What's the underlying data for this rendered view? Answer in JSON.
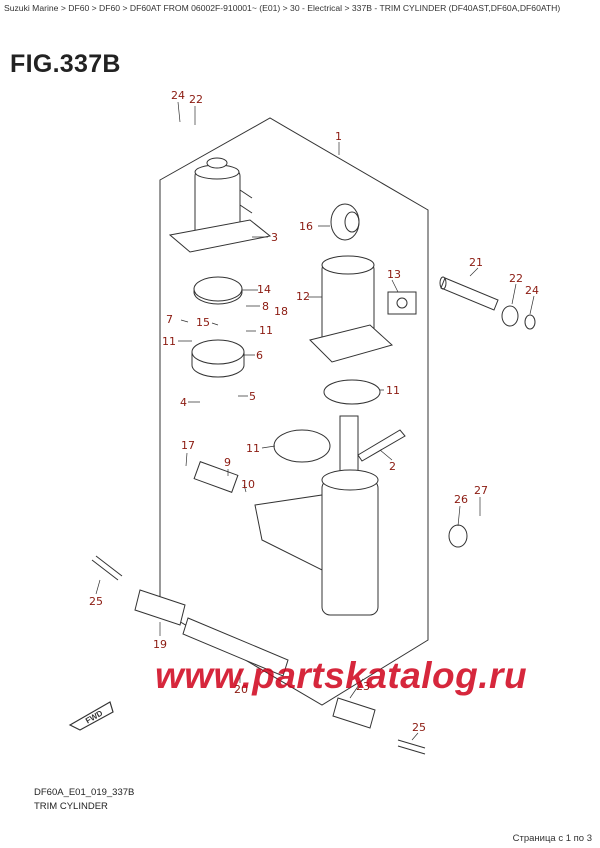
{
  "breadcrumb": "Suzuki Marine > DF60 > DF60 > DF60AT FROM 06002F-910001~ (E01) > 30 - Electrical > 337B - TRIM CYLINDER (DF40AST,DF60A,DF60ATH)",
  "figure_title": "FIG.337B",
  "diagram_code": "DF60A_E01_019_337B",
  "diagram_caption": "TRIM CYLINDER",
  "pagination": "Страница с 1 по 3",
  "watermark": "www.partskatalog.ru",
  "fwd_label": "FWD",
  "callouts": [
    {
      "id": "c24a",
      "text": "24"
    },
    {
      "id": "c22a",
      "text": "22"
    },
    {
      "id": "c1",
      "text": "1"
    },
    {
      "id": "c16",
      "text": "16"
    },
    {
      "id": "c3",
      "text": "3"
    },
    {
      "id": "c21",
      "text": "21"
    },
    {
      "id": "c13",
      "text": "13"
    },
    {
      "id": "c22b",
      "text": "22"
    },
    {
      "id": "c24b",
      "text": "24"
    },
    {
      "id": "c14",
      "text": "14"
    },
    {
      "id": "c12",
      "text": "12"
    },
    {
      "id": "c8",
      "text": "8"
    },
    {
      "id": "c18",
      "text": "18"
    },
    {
      "id": "c7",
      "text": "7"
    },
    {
      "id": "c15",
      "text": "15"
    },
    {
      "id": "c11a",
      "text": "11"
    },
    {
      "id": "c11b",
      "text": "11"
    },
    {
      "id": "c6",
      "text": "6"
    },
    {
      "id": "c11c",
      "text": "11"
    },
    {
      "id": "c4",
      "text": "4"
    },
    {
      "id": "c5",
      "text": "5"
    },
    {
      "id": "c17",
      "text": "17"
    },
    {
      "id": "c11d",
      "text": "11"
    },
    {
      "id": "c2",
      "text": "2"
    },
    {
      "id": "c9",
      "text": "9"
    },
    {
      "id": "c10",
      "text": "10"
    },
    {
      "id": "c26",
      "text": "26"
    },
    {
      "id": "c27",
      "text": "27"
    },
    {
      "id": "c25a",
      "text": "25"
    },
    {
      "id": "c19",
      "text": "19"
    },
    {
      "id": "c20",
      "text": "20"
    },
    {
      "id": "c23",
      "text": "23"
    },
    {
      "id": "c25b",
      "text": "25"
    }
  ],
  "colors": {
    "callout": "#8b1a10",
    "watermark": "#d0021b",
    "line": "#333333"
  }
}
